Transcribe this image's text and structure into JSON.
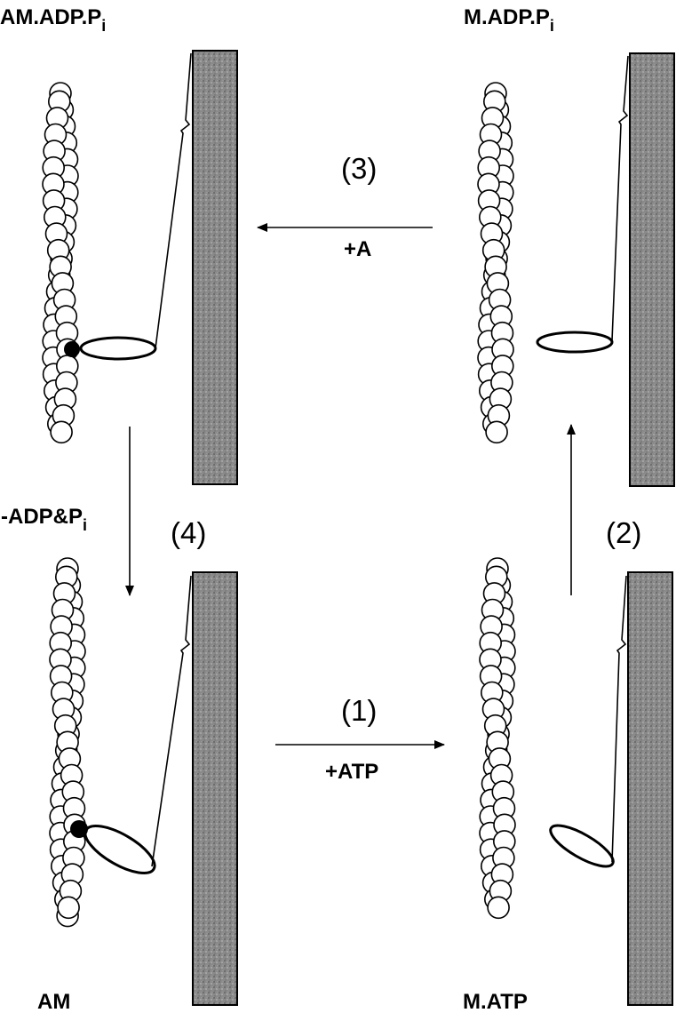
{
  "states": {
    "top_left": {
      "main": "AM.ADP.P",
      "sub": "i"
    },
    "top_right": {
      "main": "M.ADP.P",
      "sub": "i"
    },
    "bottom_left": {
      "main": "AM",
      "sub": ""
    },
    "bottom_right": {
      "main": "M.ATP",
      "sub": ""
    }
  },
  "steps": {
    "step1": {
      "number": "(1)",
      "condition_main": "+ATP",
      "condition_sub": ""
    },
    "step2": {
      "number": "(2)",
      "condition_main": "",
      "condition_sub": ""
    },
    "step3": {
      "number": "(3)",
      "condition_main": "+A",
      "condition_sub": ""
    },
    "step4": {
      "number": "(4)",
      "condition_main": "-ADP&P",
      "condition_sub": "i"
    }
  }
}
